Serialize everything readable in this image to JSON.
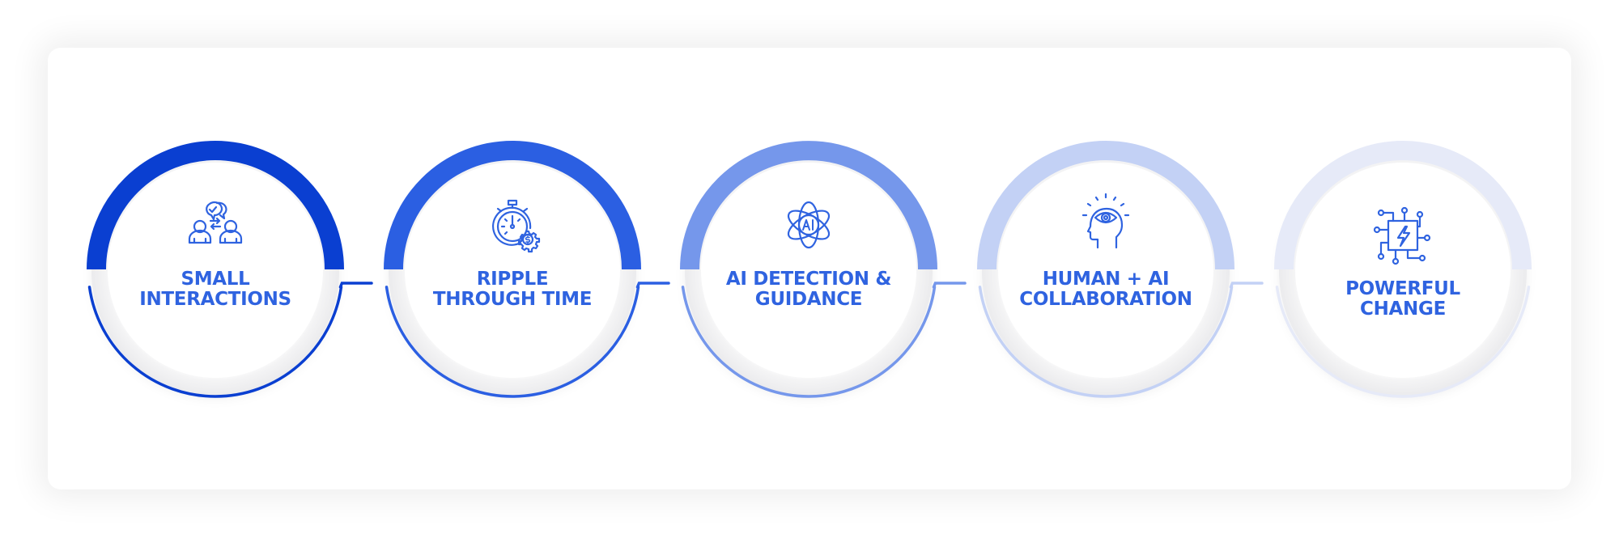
{
  "diagram": {
    "type": "process-flow",
    "steps": [
      {
        "id": 1,
        "line1": "SMALL",
        "line2": "INTERACTIONS",
        "icon": "people-conversation-icon",
        "arc_color": "#0a3fd1",
        "connector_color": "#0a3fd1"
      },
      {
        "id": 2,
        "line1": "RIPPLE",
        "line2": "THROUGH TIME",
        "icon": "stopwatch-money-gear-icon",
        "arc_color": "#2b5fe2",
        "connector_color": "#2b5fe2"
      },
      {
        "id": 3,
        "line1": "AI DETECTION &",
        "line2": "GUIDANCE",
        "icon": "ai-atom-icon",
        "arc_color": "#7597eb",
        "connector_color": "#7597eb"
      },
      {
        "id": 4,
        "line1": "HUMAN + AI",
        "line2": "COLLABORATION",
        "icon": "head-eye-insight-icon",
        "arc_color": "#c3d1f5",
        "connector_color": "#c3d1f5"
      },
      {
        "id": 5,
        "line1": "POWERFUL",
        "line2": "CHANGE",
        "icon": "circuit-chip-lightning-icon",
        "arc_color": "#e6eaf8",
        "connector_color": null
      }
    ],
    "text_color": "#2f63e0",
    "icon_color": "#2f63e0"
  }
}
